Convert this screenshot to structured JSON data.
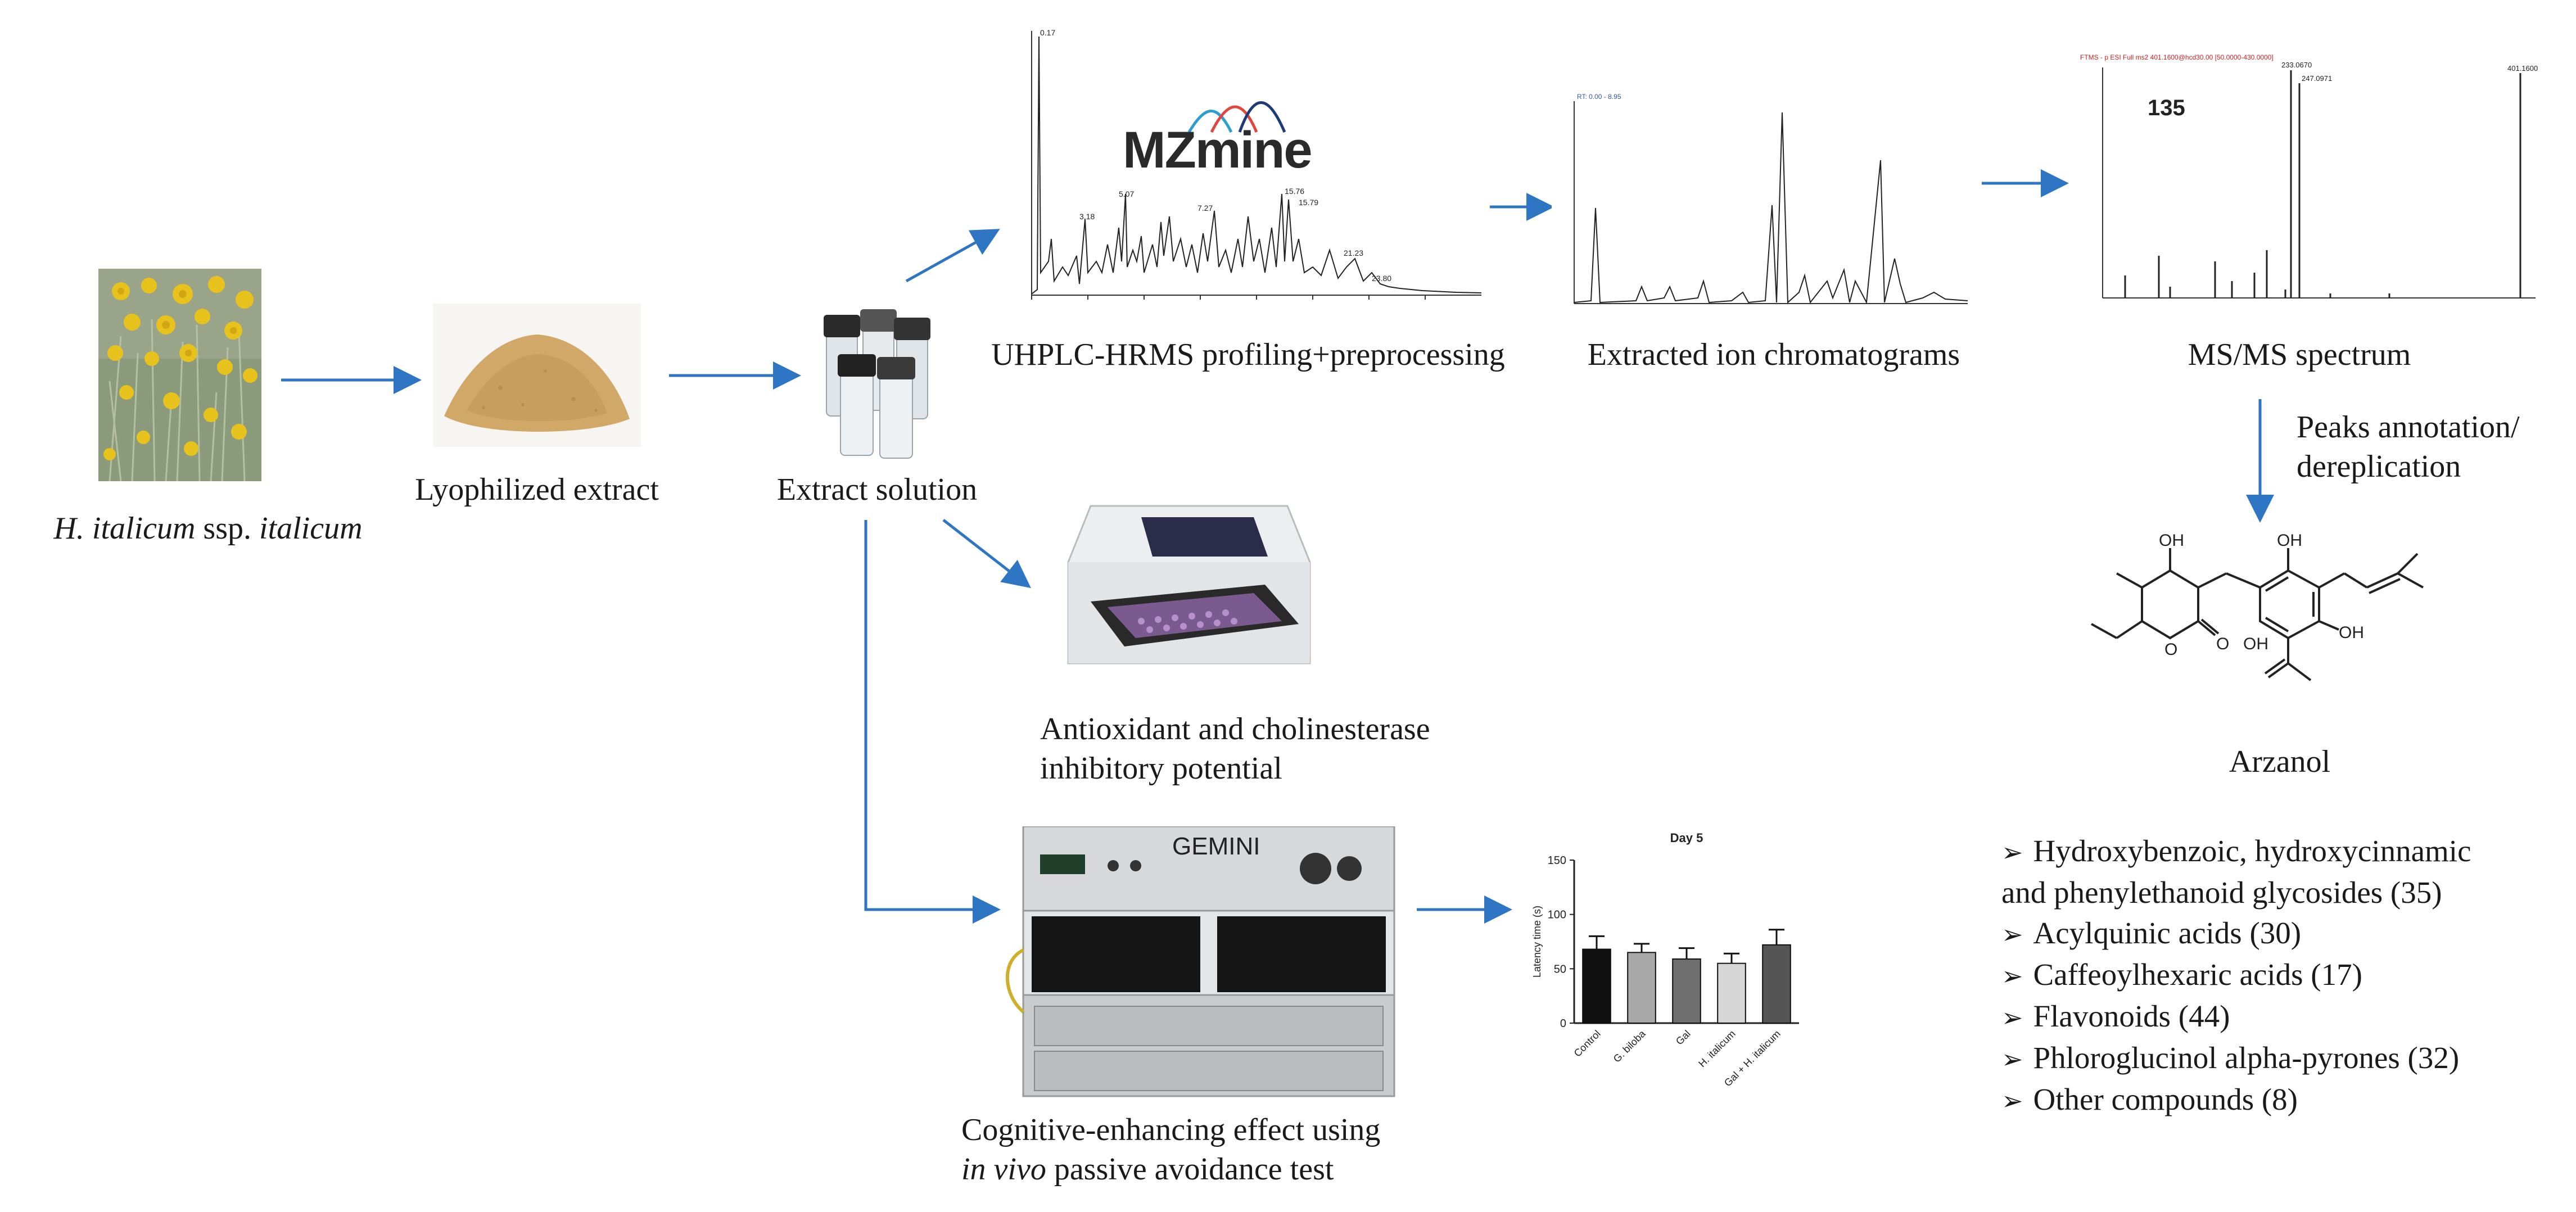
{
  "labels": {
    "plant": "H. italicum ssp. italicum",
    "lyophilized": "Lyophilized extract",
    "solution": "Extract solution",
    "uhplc": "UHPLC-HRMS profiling+preprocessing",
    "eic": "Extracted ion chromatograms",
    "msms": "MS/MS spectrum",
    "peaks_line1": "Peaks annotation/",
    "peaks_line2": "dereplication",
    "antioxidant_line1": "Antioxidant and cholinesterase",
    "antioxidant_line2": "inhibitory potential",
    "cognitive_line1": "Cognitive-enhancing effect using",
    "cognitive_line2_italic": "in vivo",
    "cognitive_line2_rest": " passive avoidance test",
    "compound_name": "Arzanol"
  },
  "plant_name_parts": {
    "genus_italic": "H. italicum",
    "ssp": " ssp. ",
    "variety_italic": "italicum"
  },
  "software_logo": "MZmine",
  "msms_panel": {
    "panel_number": "135",
    "peaks": [
      "401.1600",
      "233.0670",
      "247.0971"
    ]
  },
  "structure": {
    "oh_top_left": "OH",
    "oh_top_right": "OH",
    "oh_mid": "OH",
    "oh_right": "OH",
    "o_ring": "O",
    "o_carbonyl": "O"
  },
  "compound_classes": [
    {
      "text": "Hydroxybenzoic, hydroxycinnamic",
      "text2": "and phenylethanoid glycosides (35)"
    },
    {
      "text": "Acylquinic acids (30)"
    },
    {
      "text": "Caffeoylhexaric acids (17)"
    },
    {
      "text": "Flavonoids (44)"
    },
    {
      "text": "Phloroglucinol alpha-pyrones (32)"
    },
    {
      "text": "Other compounds (8)"
    }
  ],
  "device_label": "GEMINI",
  "chart_data": {
    "type": "bar",
    "title": "Day 5",
    "ylabel": "Latency time (s)",
    "categories": [
      "Control",
      "G. biloba",
      "Gal",
      "H. italicum",
      "Gal + H. italicum"
    ],
    "values": [
      68,
      65,
      59,
      55,
      72
    ],
    "errors": [
      12,
      8,
      10,
      9,
      14
    ],
    "colors": [
      "#111111",
      "#a8a8a8",
      "#6f6f6f",
      "#d6d6d6",
      "#555555"
    ],
    "ylim": [
      0,
      150
    ],
    "yticks": [
      0,
      50,
      100,
      150
    ]
  },
  "colors": {
    "arrow": "#2e75c4"
  }
}
